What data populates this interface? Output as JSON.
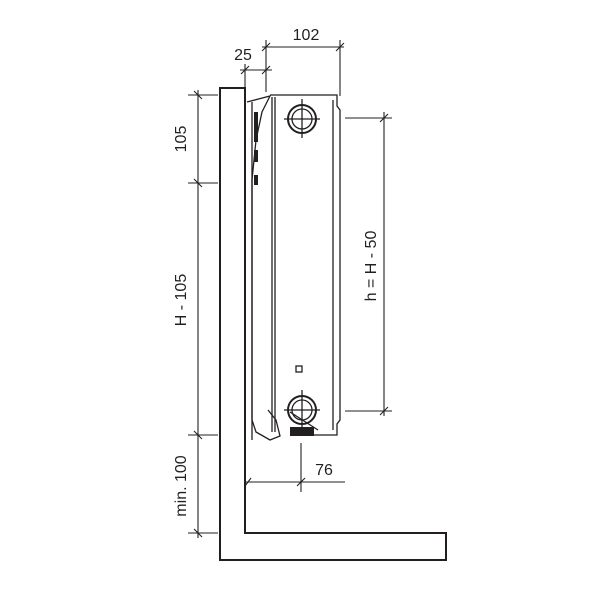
{
  "title": "Radiator wall mounting dimensions",
  "dimensions": {
    "depth": "102",
    "wall_gap": "25",
    "top_offset": "105",
    "middle_height": "H - 105",
    "floor_clearance": "min. 100",
    "connection_spacing": "h = H - 50",
    "pipe_offset": "76"
  },
  "colors": {
    "line": "#231f20",
    "background": "#ffffff"
  }
}
